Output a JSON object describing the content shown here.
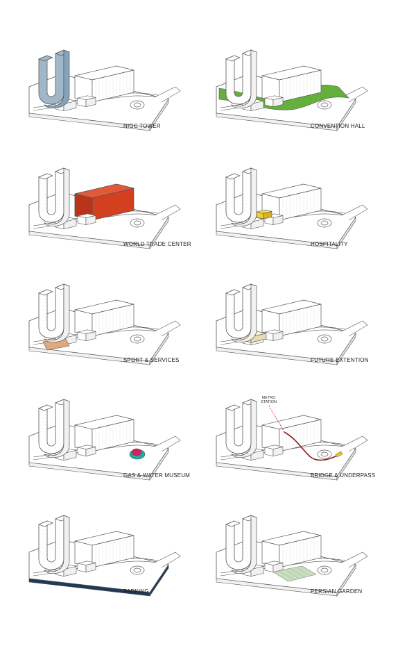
{
  "panels": [
    {
      "id": "nigc-tower",
      "label": "NIGC TOWER",
      "highlight": "tower",
      "color": "#9fb7c9"
    },
    {
      "id": "convention-hall",
      "label": "CONVENTION HALL",
      "highlight": "green",
      "color": "#63b13b"
    },
    {
      "id": "world-trade-center",
      "label": "WORLD TRADE CENTER",
      "highlight": "wtc",
      "color": "#d2401f"
    },
    {
      "id": "hospitality",
      "label": "HOSPITALITY",
      "highlight": "hotel",
      "color": "#f2cd2c"
    },
    {
      "id": "sport-services",
      "label": "SPORT & SERVICES",
      "highlight": "sport",
      "color": "#e2a77d"
    },
    {
      "id": "future-extention",
      "label": "FUTURE EXTENTION",
      "highlight": "future",
      "color": "#f2e9c6"
    },
    {
      "id": "gas-water-museum",
      "label": "GAS & WATER MUSEUM",
      "highlight": "museum",
      "color": "#d81f5e"
    },
    {
      "id": "bridge-underpass",
      "label": "BRIDGE & UNDERPASS",
      "highlight": "bridge",
      "color": "#8c1b1b"
    },
    {
      "id": "parking",
      "label": "PARKING",
      "highlight": "parking",
      "color": "#1e3a57"
    },
    {
      "id": "persian-garden",
      "label": "PERSIAN GARDEN",
      "highlight": "garden",
      "color": "#c9dcc0"
    }
  ],
  "annotations": {
    "metro_line1": "METRO",
    "metro_line2": "STATION"
  },
  "colors": {
    "line": "#555555",
    "fill": "#ffffff",
    "shade": "#f1f1f1",
    "museum_teal": "#1fa9a9",
    "bridge_yellow": "#f2c21f"
  }
}
